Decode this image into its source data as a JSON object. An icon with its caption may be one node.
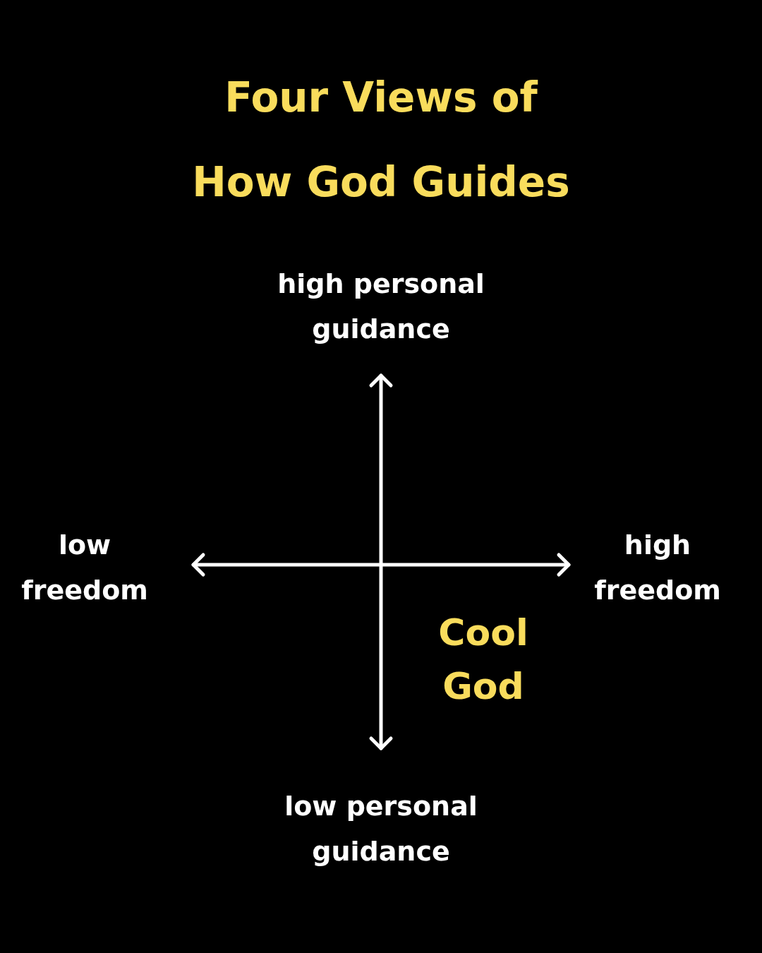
{
  "diagram": {
    "title": "Four Views of How God Guides",
    "labels": [
      "high personal guidance",
      "low freedom",
      "high freedom",
      "Cool God",
      "low personal guidance"
    ]
  }
}
